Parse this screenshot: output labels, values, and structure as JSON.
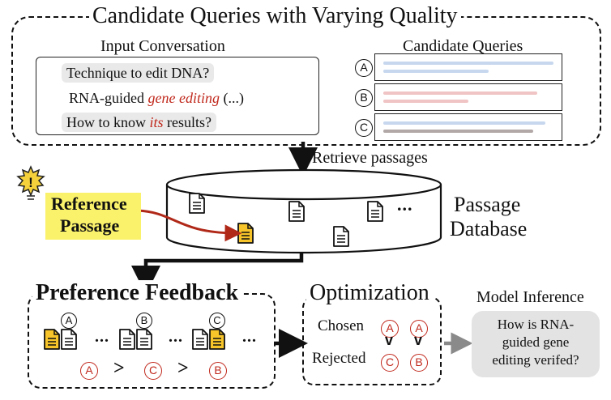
{
  "top_section": {
    "title": "Candidate Queries with Varying Quality",
    "input_label": "Input Conversation",
    "candidates_label": "Candidate Queries",
    "conversation": {
      "turn1": "Technique to edit DNA?",
      "response_prefix": "RNA-guided ",
      "response_highlight": "gene editing",
      "response_suffix": " (...)",
      "turn2_prefix": "How to know ",
      "turn2_highlight": "its",
      "turn2_suffix": " results?"
    },
    "candidates": [
      {
        "letter": "A",
        "color": "#c7d7ee"
      },
      {
        "letter": "B",
        "color": "#f0c4c4"
      },
      {
        "letter": "C",
        "color": "#c7d7ee"
      }
    ]
  },
  "retrieve_label": "Retrieve passages",
  "database": {
    "label_line1": "Passage",
    "label_line2": "Database",
    "ellipsis": "..."
  },
  "reference": {
    "label_line1": "Reference",
    "label_line2": "Passage",
    "alert_glyph": "!"
  },
  "preference": {
    "title": "Preference Feedback",
    "groups": [
      "A",
      "B",
      "C"
    ],
    "ellipsis": "...",
    "ranking": [
      "A",
      ">",
      "C",
      ">",
      "B"
    ]
  },
  "optimization": {
    "title": "Optimization",
    "chosen_label": "Chosen",
    "rejected_label": "Rejected",
    "chosen": [
      "A",
      "A"
    ],
    "rejected": [
      "C",
      "B"
    ],
    "comparator": "v"
  },
  "inference": {
    "title": "Model Inference",
    "line1": "How is RNA-",
    "line2": "guided gene",
    "line3": "editing verifed?"
  },
  "colors": {
    "accent_red": "#c0281c",
    "ref_yellow": "#fbf26b",
    "doc_yellow": "#f7c52a",
    "inference_bg": "#e3e3e3"
  }
}
